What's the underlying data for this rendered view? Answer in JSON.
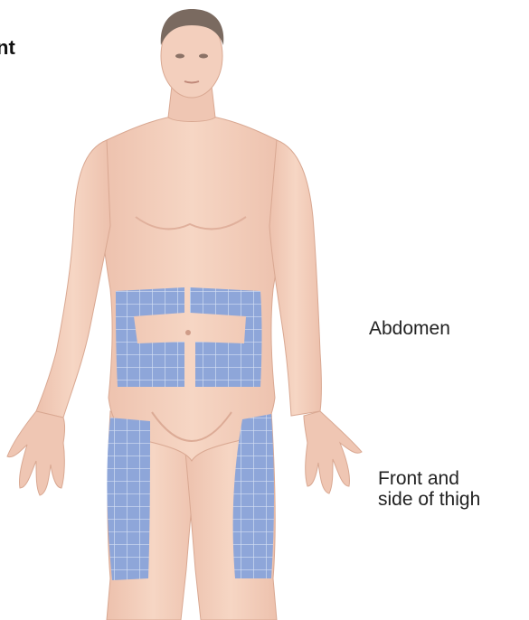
{
  "diagram": {
    "title_fragment": "nt",
    "labels": {
      "abdomen": "Abdomen",
      "thigh_line1": "Front and",
      "thigh_line2": "side of thigh"
    },
    "colors": {
      "skin": "#f2cdb9",
      "skin_shadow": "#e3b39e",
      "hair": "#7a6a60",
      "zone_fill": "#8ea6d9",
      "zone_grid": "#d6e0f4"
    }
  }
}
